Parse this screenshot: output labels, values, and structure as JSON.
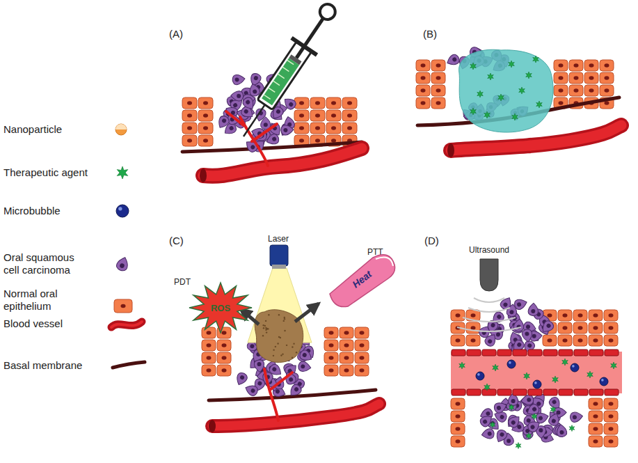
{
  "diagram": {
    "nodes": [
      {
        "text": [
          "Heat"
        ]
      },
      {
        "text": [
          "ROS"
        ]
      }
    ],
    "labels": [
      "(A)",
      "(B)",
      "(C)",
      "Laser",
      "PTT",
      "PDT",
      "(D)",
      "Ultrasound"
    ],
    "legend": [
      {
        "text": "Nanoparticle"
      },
      {
        "text": "Therapeutic agent"
      },
      {
        "text": "Microbubble"
      },
      {
        "text": "Oral squamous cell carcinoma"
      },
      {
        "text": "Normal oral epithelium"
      },
      {
        "text": "Blood vessel"
      },
      {
        "text": "Basal membrane"
      }
    ]
  }
}
